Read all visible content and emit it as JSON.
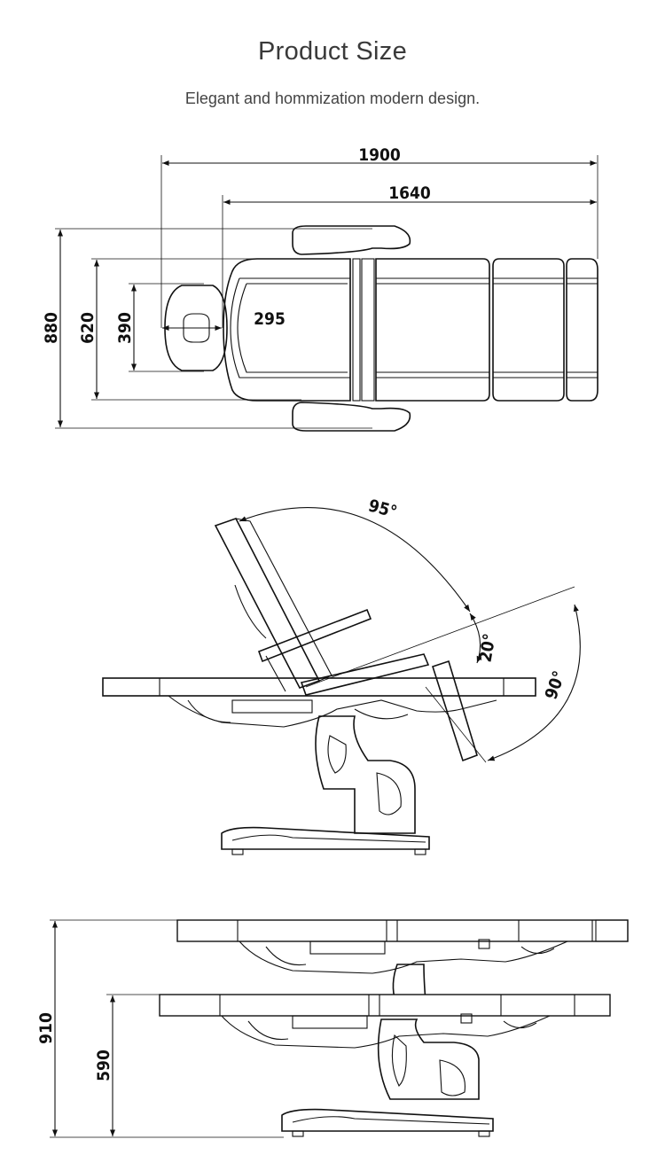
{
  "header": {
    "title": "Product Size",
    "subtitle": "Elegant and  hommization modern design."
  },
  "top_view": {
    "dims": {
      "overall_length": "1900",
      "bed_length": "1640",
      "head_width": "295",
      "overall_width": "880",
      "arm_width": "620",
      "head_length": "390"
    }
  },
  "side_view": {
    "angles": {
      "backrest": "95°",
      "seat_tilt": "20°",
      "leg_rest": "90°"
    }
  },
  "height_view": {
    "dims": {
      "max_height": "910",
      "min_height": "590"
    }
  },
  "colors": {
    "line": "#111111",
    "title_highlight": "#dde0ee"
  }
}
